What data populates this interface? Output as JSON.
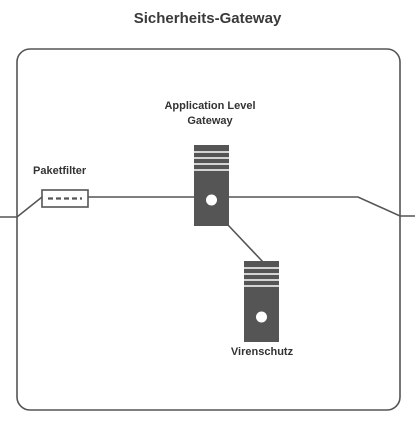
{
  "title": "Sicherheits-Gateway",
  "nodes": {
    "application_gateway": {
      "label_line1": "Application Level",
      "label_line2": "Gateway",
      "icon": "server-icon"
    },
    "paketfilter": {
      "label": "Paketfilter",
      "icon": "packet-filter-icon"
    },
    "virenschutz": {
      "label": "Virenschutz",
      "icon": "server-icon"
    }
  },
  "colors": {
    "border": "#555555",
    "line": "#555555",
    "server_body": "#555555",
    "server_stripe": "#ffffff",
    "filter_border": "#555555"
  }
}
